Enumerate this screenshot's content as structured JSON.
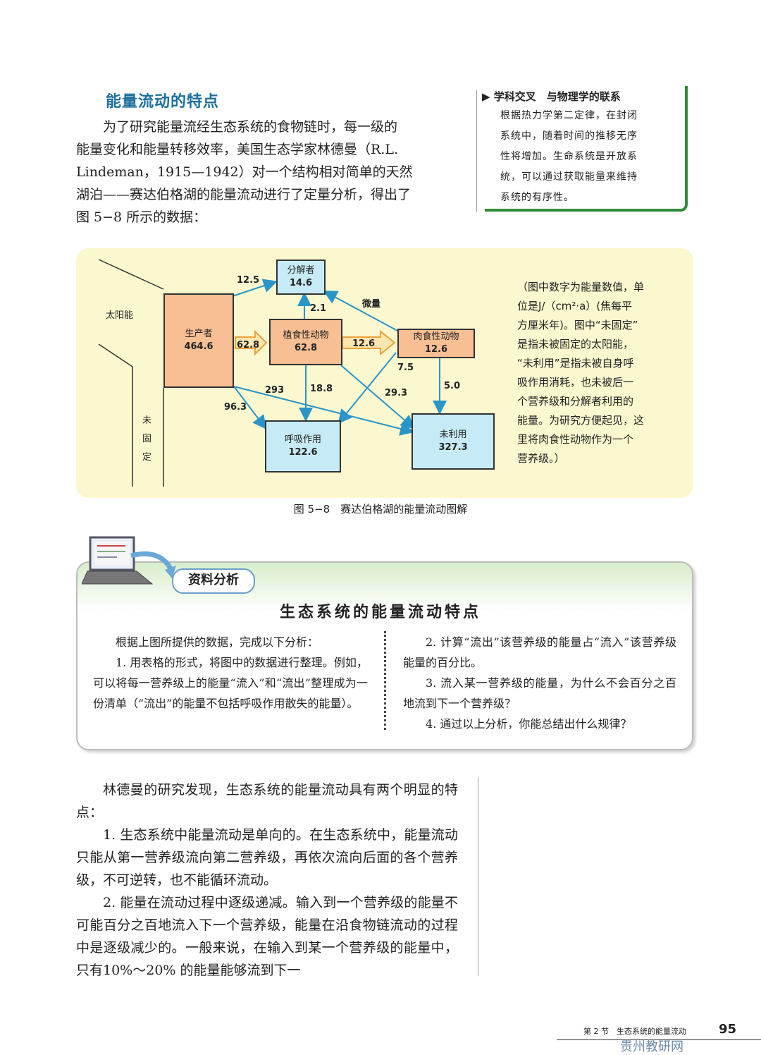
{
  "section": {
    "title": "能量流动的特点",
    "intro_line1": "为了研究能量流经生态系统的食物链时，每一级的",
    "intro_line2": "能量变化和能量转移效率，美国生态学家林德曼（R.L.",
    "intro_line3": "Lindeman，1915—1942）对一个结构相对简单的天然",
    "intro_line4": "湖泊——赛达伯格湖的能量流动进行了定量分析，得出了",
    "intro_line5": "图 5−8 所示的数据："
  },
  "sidebar": {
    "title": "学科交叉　与物理学的联系",
    "lines": [
      "根据热力学第二定律，在封闭",
      "系统中，随着时间的推移无序",
      "性将增加。生命系统是开放系",
      "统，可以通过获取能量来维持",
      "系统的有序性。"
    ]
  },
  "figure": {
    "sun_label": "太阳能",
    "unfixed_label": [
      "未",
      "固",
      "定"
    ],
    "producer": {
      "name": "生产者",
      "value": "464.6"
    },
    "herbivore": {
      "name": "植食性动物",
      "value": "62.8"
    },
    "carnivore": {
      "name": "肉食性动物",
      "value": "12.6"
    },
    "decomposer": {
      "name": "分解者",
      "value": "14.6"
    },
    "respiration": {
      "name": "呼吸作用",
      "value": "122.6"
    },
    "unused": {
      "name": "未利用",
      "value": "327.3"
    },
    "flows": {
      "p_to_decomposer": "12.5",
      "p_to_herbivore": "62.8",
      "h_to_carnivore": "12.6",
      "h_to_decomposer": "2.1",
      "c_to_decomposer": "微量",
      "c_to_resp": "7.5",
      "c_to_unused": "5.0",
      "h_to_resp": "18.8",
      "h_to_unused": "29.3",
      "p_to_resp": "96.3",
      "p_to_unused": "293"
    },
    "note": [
      "（图中数字为能量数值，单",
      "位是J/（cm²·a）(焦每平",
      "方厘米年)。图中“未固定”",
      "是指未被固定的太阳能，",
      "“未利用”是指未被自身呼",
      "吸作用消耗，也未被后一",
      "个营养级和分解者利用的",
      "能量。为研究方便起见，这",
      "里将肉食性动物作为一个",
      "营养级。）"
    ],
    "caption": "图 5−8　赛达伯格湖的能量流动图解"
  },
  "analysis": {
    "tab": "资料分析",
    "title": "生态系统的能量流动特点",
    "left_lines": [
      "根据上图所提供的数据，完成以下分析：",
      "1. 用表格的形式，将图中的数据进行整理。例如，可以将每一营养级上的能量“流入”和“流出”整理成为一份清单（“流出”的能量不包括呼吸作用散失的能量）。"
    ],
    "right_lines": [
      "2. 计算“流出”该营养级的能量占“流入”该营养级能量的百分比。",
      "3. 流入某一营养级的能量，为什么不会百分之百地流到下一个营养级？",
      "4. 通过以上分析，你能总结出什么规律？"
    ]
  },
  "body": {
    "p1": "林德曼的研究发现，生态系统的能量流动具有两个明显的特点：",
    "p2": "1. 生态系统中能量流动是单向的。在生态系统中，能量流动只能从第一营养级流向第二营养级，再依次流向后面的各个营养级，不可逆转，也不能循环流动。",
    "p3": "2. 能量在流动过程中逐级递减。输入到一个营养级的能量不可能百分之百地流入下一个营养级，能量在沿食物链流动的过程中是逐级减少的。一般来说，在输入到某一个营养级的能量中，只有10%～20% 的能量能够流到下一"
  },
  "footer": {
    "section_text": "第 2 节　生态系统的能量流动",
    "page_number": "95",
    "watermark": "贵州教研网"
  }
}
